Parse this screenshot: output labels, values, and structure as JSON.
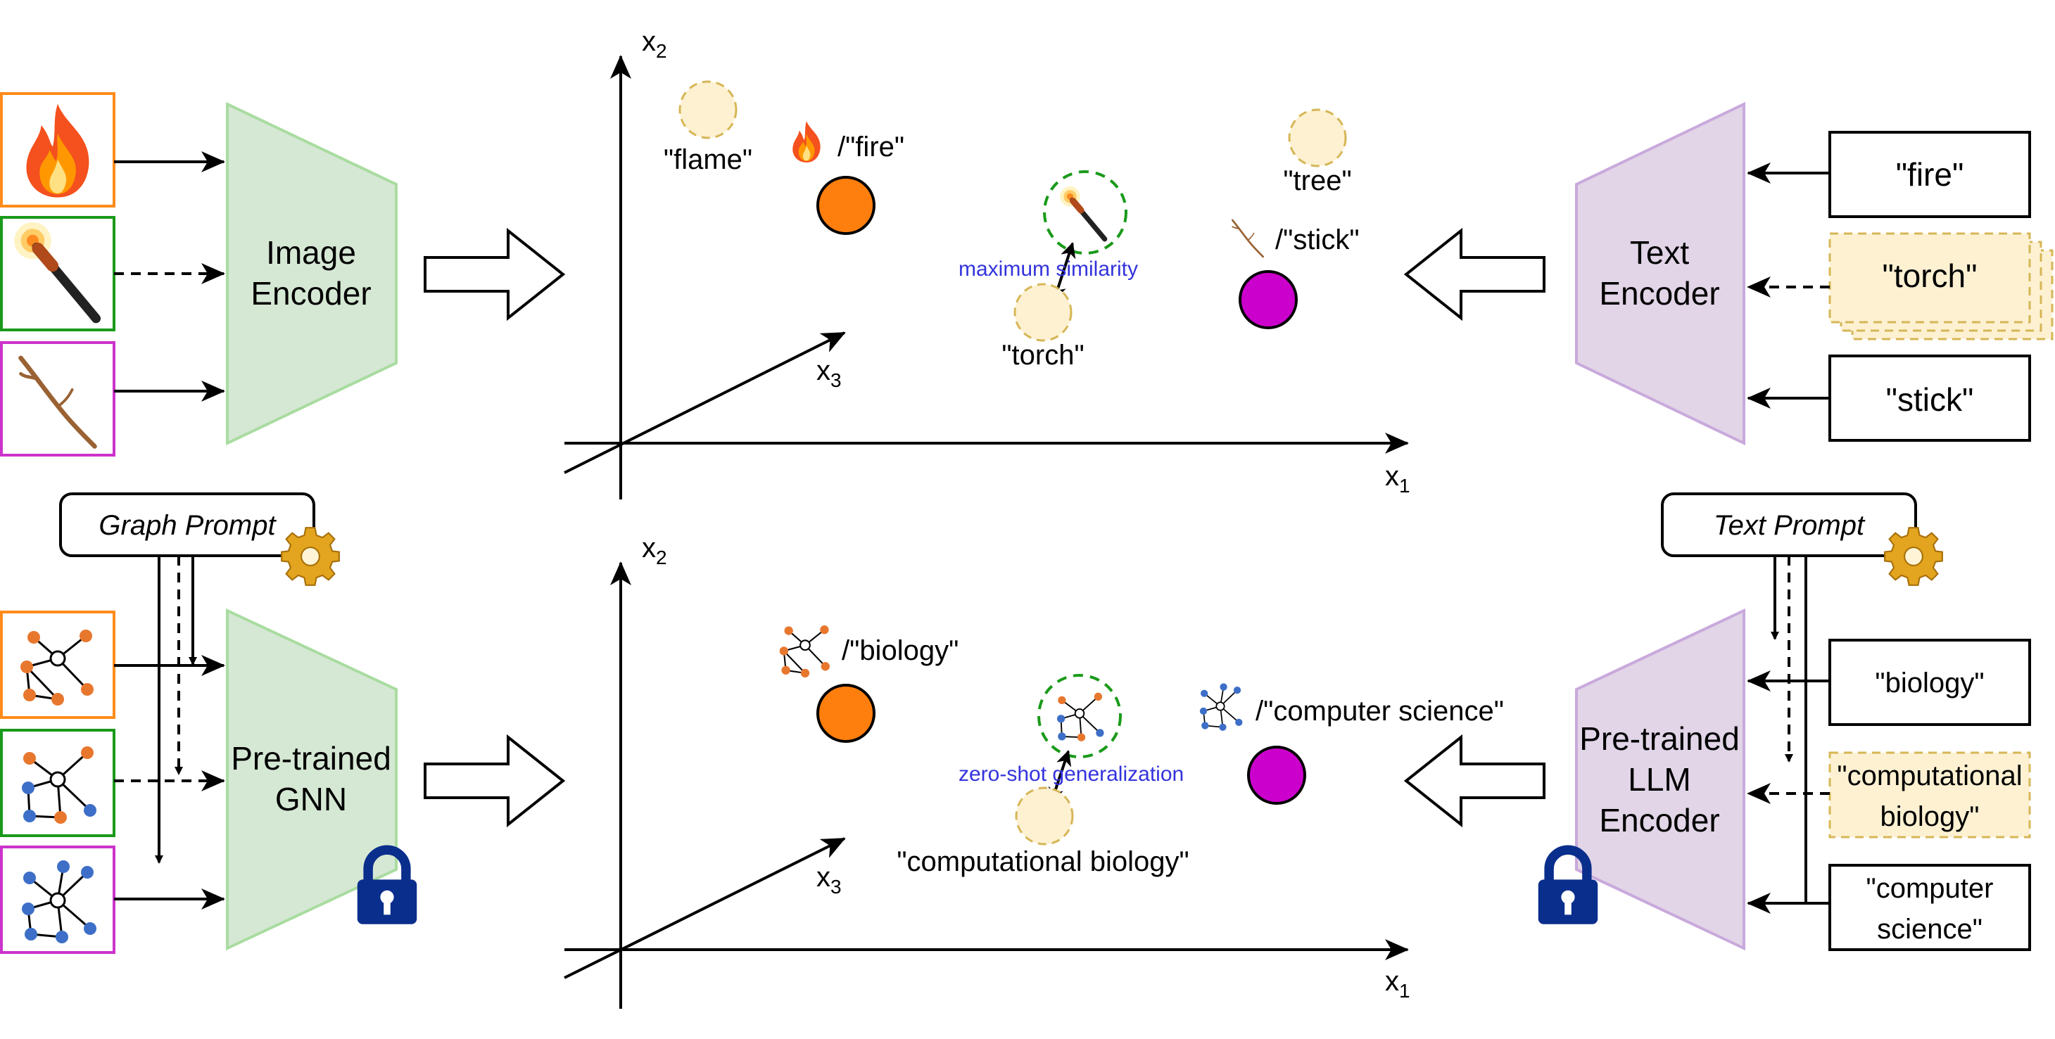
{
  "colors": {
    "encoder_green_fill": "#d5e8d4",
    "encoder_green_stroke": "#a9dca0",
    "encoder_purple_fill": "#e1d5e7",
    "encoder_purple_stroke": "#c9a9dc",
    "frame_orange": "#ff8c1a",
    "frame_green": "#1a9a1a",
    "frame_magenta": "#cc33cc",
    "point_orange": "#ff7f0e",
    "point_magenta": "#cc00cc",
    "candidate_fill": "#fdf1d2",
    "candidate_stroke": "#d6b656",
    "similarity_blue": "#3333dd",
    "lock_blue": "#0a2e8c",
    "node_orange": "#e8772e",
    "node_blue": "#3d6fc8"
  },
  "top": {
    "encoder_left": "Image\nEncoder",
    "encoder_right": "Text\nEncoder",
    "text_inputs": [
      "\"fire\"",
      "\"torch\"",
      "\"stick\""
    ],
    "image_inputs": [
      "fire-image-icon",
      "torch-image-icon",
      "stick-image-icon"
    ],
    "axes": {
      "x1": "x",
      "x1_sub": "1",
      "x2": "x",
      "x2_sub": "2",
      "x3": "x",
      "x3_sub": "3"
    },
    "labels": {
      "flame": "\"flame\"",
      "fire": "/\"fire\"",
      "tree": "\"tree\"",
      "stick": "/\"stick\"",
      "torch": "\"torch\"",
      "similarity": "maximum similarity"
    }
  },
  "bottom": {
    "prompt_left": "Graph Prompt",
    "prompt_right": "Text Prompt",
    "encoder_left": "Pre-trained\nGNN",
    "encoder_right": "Pre-trained\nLLM\nEncoder",
    "text_inputs": [
      "\"biology\"",
      "\"computational\nbiology\"",
      "\"computer\nscience\""
    ],
    "axes": {
      "x1": "x",
      "x1_sub": "1",
      "x2": "x",
      "x2_sub": "2",
      "x3": "x",
      "x3_sub": "3"
    },
    "labels": {
      "biology": "/\"biology\"",
      "computer_science": "/\"computer science\"",
      "computational_biology": "\"computational biology\"",
      "generalization": "zero-shot generalization"
    },
    "icons": [
      "gear-icon",
      "lock-icon",
      "graph-icon"
    ]
  }
}
